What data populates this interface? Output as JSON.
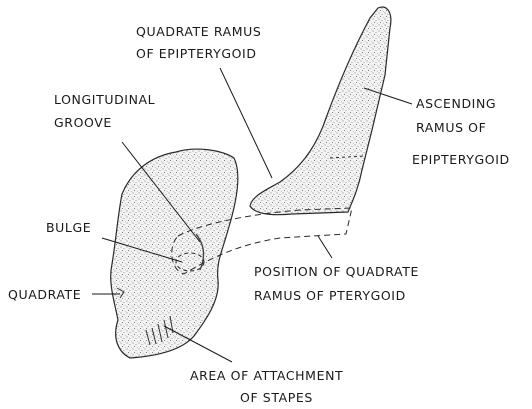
{
  "labels": {
    "quadrate_ramus_epipterygoid": [
      "QUADRATE RAMUS",
      "OF EPIPTERYGOID"
    ],
    "ascending_ramus": [
      "ASCENDING",
      "RAMUS OF",
      "EPIPTERYGOID"
    ],
    "longitudinal_groove": [
      "LONGITUDINAL",
      "GROOVE"
    ],
    "bulge": "BULGE",
    "quadrate": "QUADRATE",
    "position_quadrate_ramus_pterygoid": [
      "POSITION OF QUADRATE",
      "RAMUS OF PTERYGOID"
    ],
    "area_attachment_stapes": [
      "AREA OF ATTACHMENT",
      "OF STAPES"
    ]
  }
}
